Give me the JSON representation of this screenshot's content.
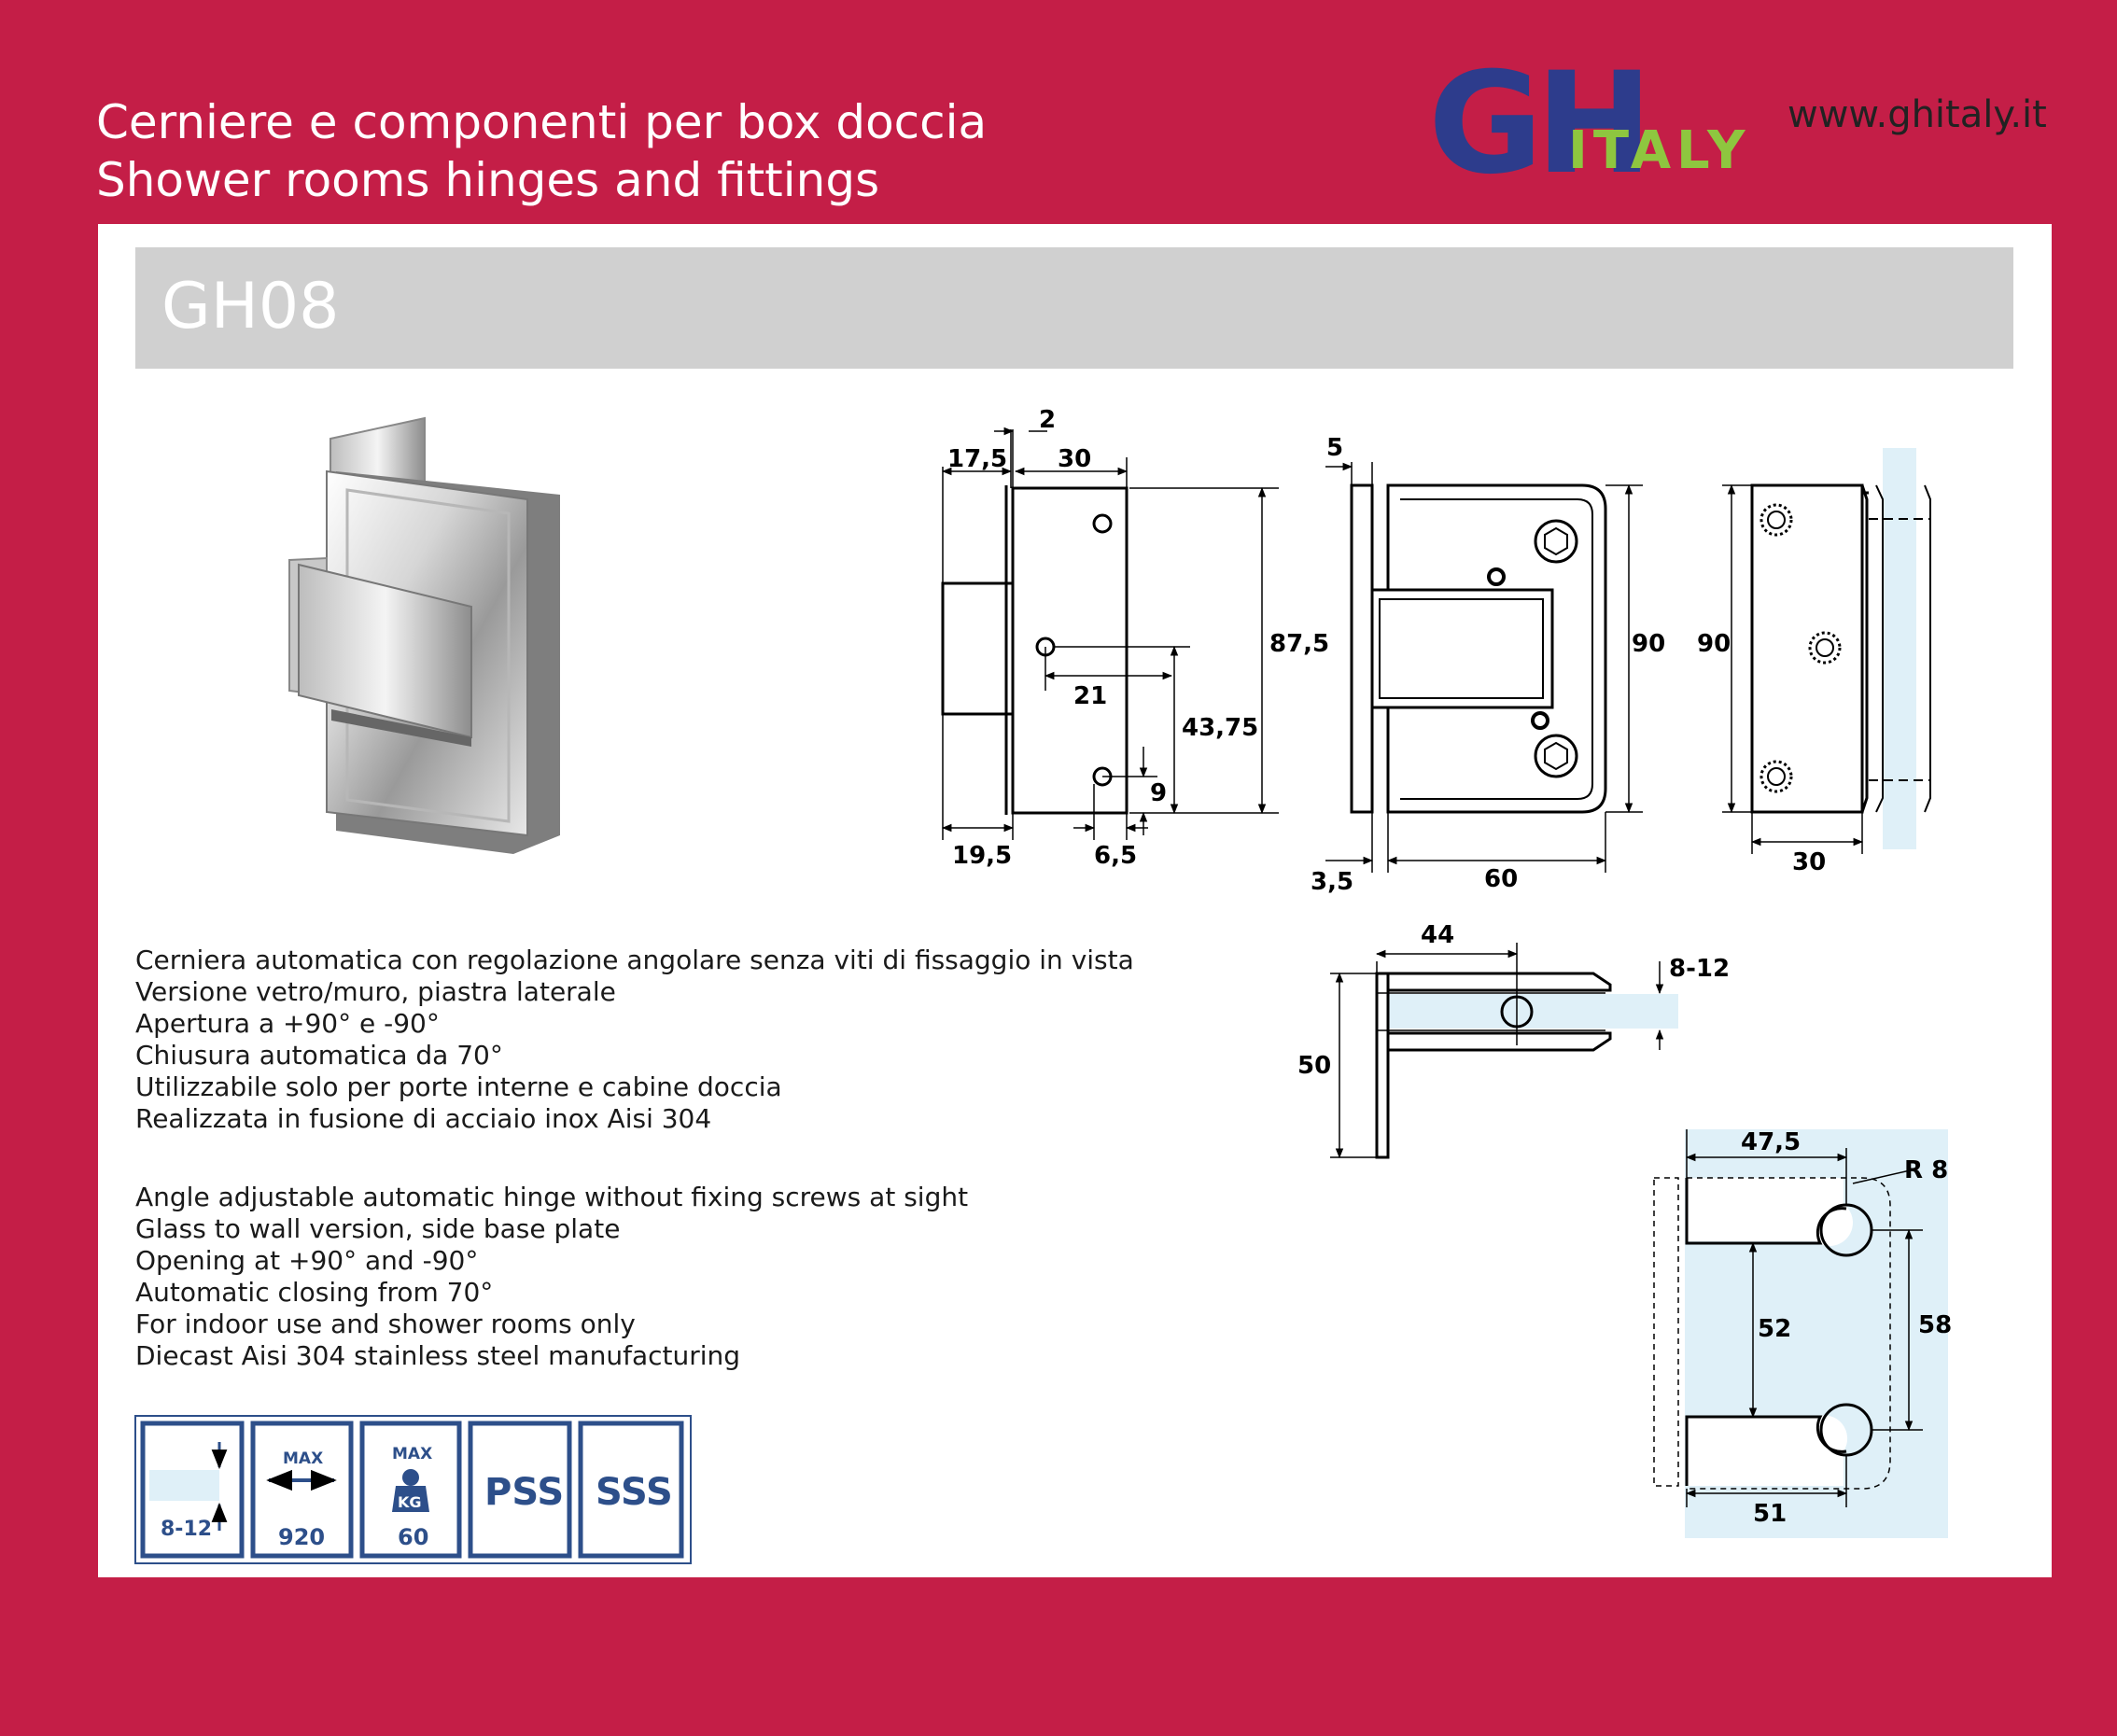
{
  "header": {
    "line_it": "Cerniere e componenti per box doccia",
    "line_en": "Shower rooms hinges and fittings",
    "logo_gh": "GH",
    "logo_italy": "ITALY",
    "url": "www.ghitaly.it"
  },
  "product": {
    "code": "GH08"
  },
  "description_it": [
    "Cerniera automatica con regolazione angolare senza viti di fissaggio in vista",
    "Versione vetro/muro, piastra laterale",
    "Apertura a +90° e -90°",
    "Chiusura automatica da 70°",
    "Utilizzabile solo per porte interne e cabine doccia",
    "Realizzata in fusione di acciaio inox Aisi 304"
  ],
  "description_en": [
    "Angle adjustable automatic hinge without fixing screws at sight",
    "Glass to wall version, side base plate",
    "Opening at +90° and -90°",
    "Automatic closing from 70°",
    "For indoor use and shower rooms only",
    "Diecast Aisi 304 stainless steel manufacturing"
  ],
  "badges": {
    "thickness": "8-12",
    "max1": "MAX",
    "width": "920",
    "max2": "MAX",
    "kg": "KG",
    "weight": "60",
    "pss": "PSS",
    "sss": "SSS"
  },
  "dims": {
    "d_2": "2",
    "d_17_5": "17,5",
    "d_30_top": "30",
    "d_87_5": "87,5",
    "d_21": "21",
    "d_43_75": "43,75",
    "d_9": "9",
    "d_19_5": "19,5",
    "d_6_5": "6,5",
    "d_5": "5",
    "d_90_a": "90",
    "d_3_5": "3,5",
    "d_60": "60",
    "d_90_b": "90",
    "d_30_bottom": "30",
    "d_44": "44",
    "d_8_12": "8-12",
    "d_50": "50",
    "d_47_5": "47,5",
    "d_r8": "R 8",
    "d_52": "52",
    "d_58": "58",
    "d_51": "51"
  },
  "colors": {
    "background": "#c41e47",
    "title_bar": "#d0d0d0",
    "logo_blue": "#2d3c8c",
    "logo_green": "#8ec63f",
    "glass": "#dff0f8",
    "badge_blue": "#2d4f8a"
  }
}
